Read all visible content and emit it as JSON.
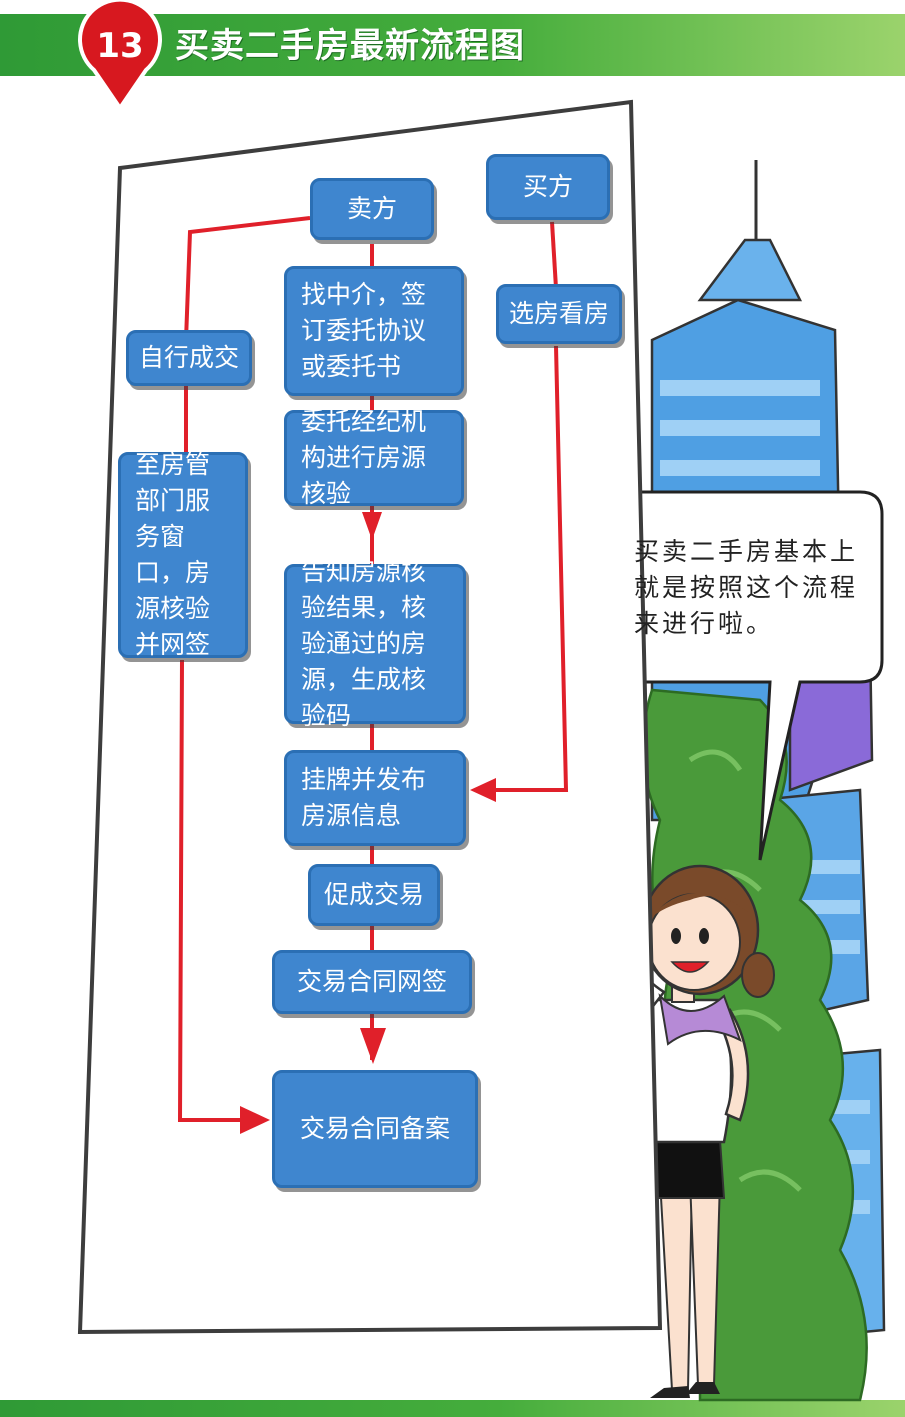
{
  "header": {
    "number": "13",
    "title": "买卖二手房最新流程图"
  },
  "flowchart": {
    "seller": "卖方",
    "buyer": "买方",
    "self_deal": "自行成交",
    "find_agent": "找中介，签订委托协议或委托书",
    "verify_by_agency": "委托经纪机构进行房源核验",
    "verify_at_office": "至房管部门服务窗口，房源核验并网签",
    "choose_house": "选房看房",
    "notify_result": "告知房源核验结果，核验通过的房源，生成核验码",
    "list_publish": "挂牌并发布房源信息",
    "facilitate_deal": "促成交易",
    "contract_online_sign": "交易合同网签",
    "contract_filing": "交易合同备案"
  },
  "speech_bubble": {
    "text": "买卖二手房基本上就是按照这个流程来进行啦。"
  },
  "colors": {
    "header_green": "#45ad3c",
    "box_blue": "#3f86cf",
    "arrow_red": "#e0202a",
    "pin_red": "#d7181f"
  }
}
